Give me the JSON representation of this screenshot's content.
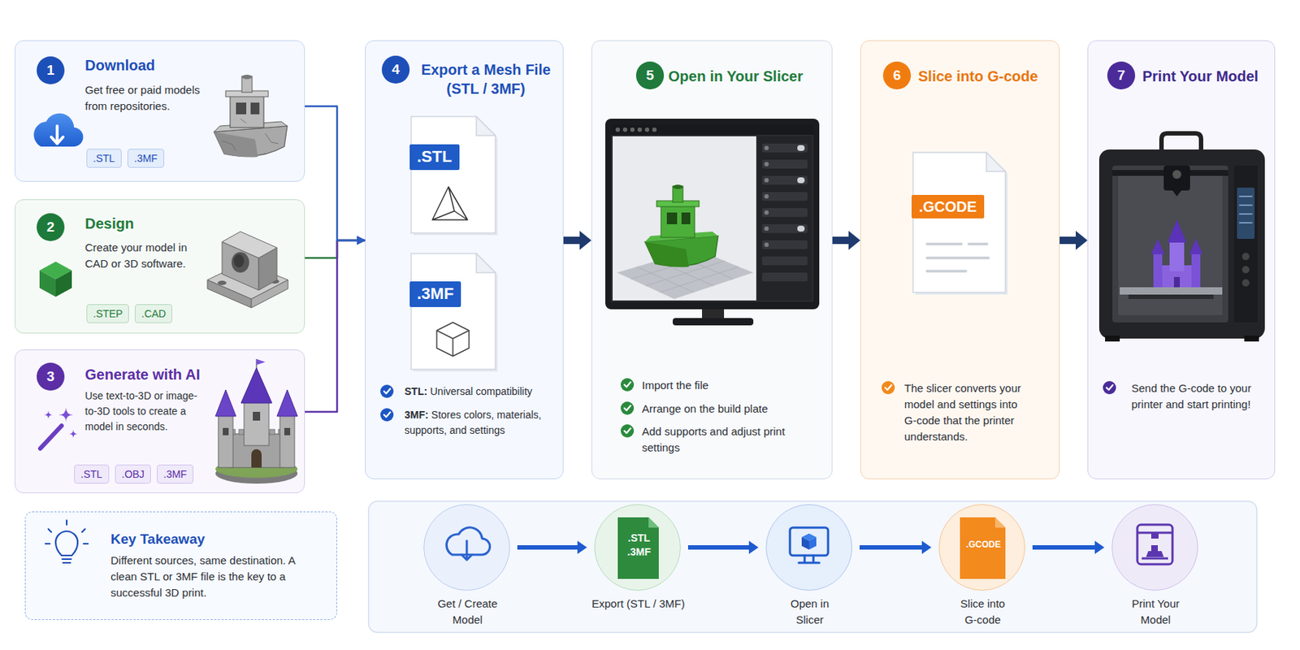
{
  "diagram": {
    "nodes": [
      {
        "text": [
          "Download",
          "Get free or paid models from repositories."
        ]
      },
      {
        "text": [
          "1"
        ],
        "in": 0
      },
      {
        "text": [
          ".STL"
        ],
        "in": 0
      },
      {
        "text": [
          ".3MF"
        ],
        "in": 0
      },
      {
        "text": [
          "Design",
          "Create your model in CAD or 3D software."
        ]
      },
      {
        "text": [
          "2"
        ],
        "in": 4
      },
      {
        "text": [
          ".STEP"
        ],
        "in": 4
      },
      {
        "text": [
          ".CAD"
        ],
        "in": 4
      },
      {
        "text": [
          "Generate with AI",
          "Use text-to-3D or image-to-3D tools to create a model in seconds."
        ]
      },
      {
        "text": [
          "3"
        ],
        "in": 8
      },
      {
        "text": [
          ".STL"
        ],
        "in": 8
      },
      {
        "text": [
          ".OBJ"
        ],
        "in": 8
      },
      {
        "text": [
          ".3MF"
        ],
        "in": 8
      },
      {
        "text": [
          "Key Takeaway",
          "Different sources, same destination. A clean STL or 3MF file is the key to a successful 3D print."
        ]
      },
      {
        "text": [
          "Export a Mesh File (STL / 3MF)",
          "STL: Universal compatibility",
          "3MF: Stores colors, materials, supports, and settings"
        ]
      },
      {
        "text": [
          "4"
        ],
        "in": 14
      },
      {
        "text": [
          ".STL"
        ],
        "in": 14
      },
      {
        "text": [
          ".3MF"
        ],
        "in": 14
      },
      {
        "text": [
          "Open in Your Slicer",
          "Import the file",
          "Arrange on the build plate",
          "Add supports and adjust print settings"
        ]
      },
      {
        "text": [
          "5"
        ],
        "in": 18
      },
      {
        "text": [
          "Slice into G-code",
          "The slicer converts your model and settings into G-code that the printer understands."
        ]
      },
      {
        "text": [
          "6"
        ],
        "in": 20
      },
      {
        "text": [
          ".GCODE"
        ],
        "in": 20
      },
      {
        "text": [
          "Print Your Model",
          "Send the G-code to your printer and start printing!"
        ]
      },
      {
        "text": [
          "7"
        ],
        "in": 23
      },
      {
        "text": [
          "Get / Create Model"
        ]
      },
      {
        "text": [
          ".STL .3MF",
          "Export (STL / 3MF)"
        ]
      },
      {
        "text": [
          "Open in Slicer"
        ]
      },
      {
        "text": [
          ".GCODE",
          "Slice into G-code"
        ]
      },
      {
        "text": [
          "Print Your Model"
        ]
      }
    ],
    "edges": [
      {
        "from": 0,
        "to": 14,
        "arrow": "to"
      },
      {
        "from": 4,
        "to": 14,
        "arrow": "to"
      },
      {
        "from": 8,
        "to": 14,
        "arrow": "to"
      },
      {
        "from": 14,
        "to": 18,
        "arrow": "to"
      },
      {
        "from": 18,
        "to": 20,
        "arrow": "to"
      },
      {
        "from": 20,
        "to": 23,
        "arrow": "to"
      },
      {
        "from": 25,
        "to": 26,
        "arrow": "to"
      },
      {
        "from": 26,
        "to": 27,
        "arrow": "to"
      },
      {
        "from": 27,
        "to": 28,
        "arrow": "to"
      },
      {
        "from": 28,
        "to": 29,
        "arrow": "to"
      }
    ]
  }
}
